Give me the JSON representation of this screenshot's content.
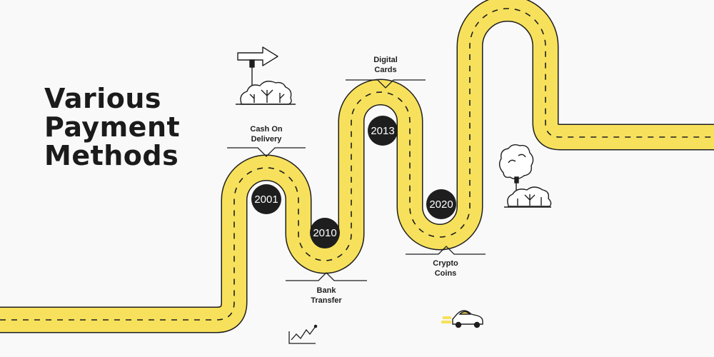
{
  "title": {
    "line1": "Various",
    "line2": "Payment",
    "line3": "Methods"
  },
  "milestones": [
    {
      "year": "2001",
      "label_line1": "Cash On",
      "label_line2": "Delivery"
    },
    {
      "year": "2010",
      "label_line1": "Bank",
      "label_line2": "Transfer"
    },
    {
      "year": "2013",
      "label_line1": "Digital",
      "label_line2": "Cards"
    },
    {
      "year": "2020",
      "label_line1": "Crypto",
      "label_line2": "Coins"
    }
  ],
  "colors": {
    "road": "#f7e15c",
    "outline": "#1e1e1e",
    "marker": "#1e1e1e",
    "background": "#f9f9f9"
  }
}
